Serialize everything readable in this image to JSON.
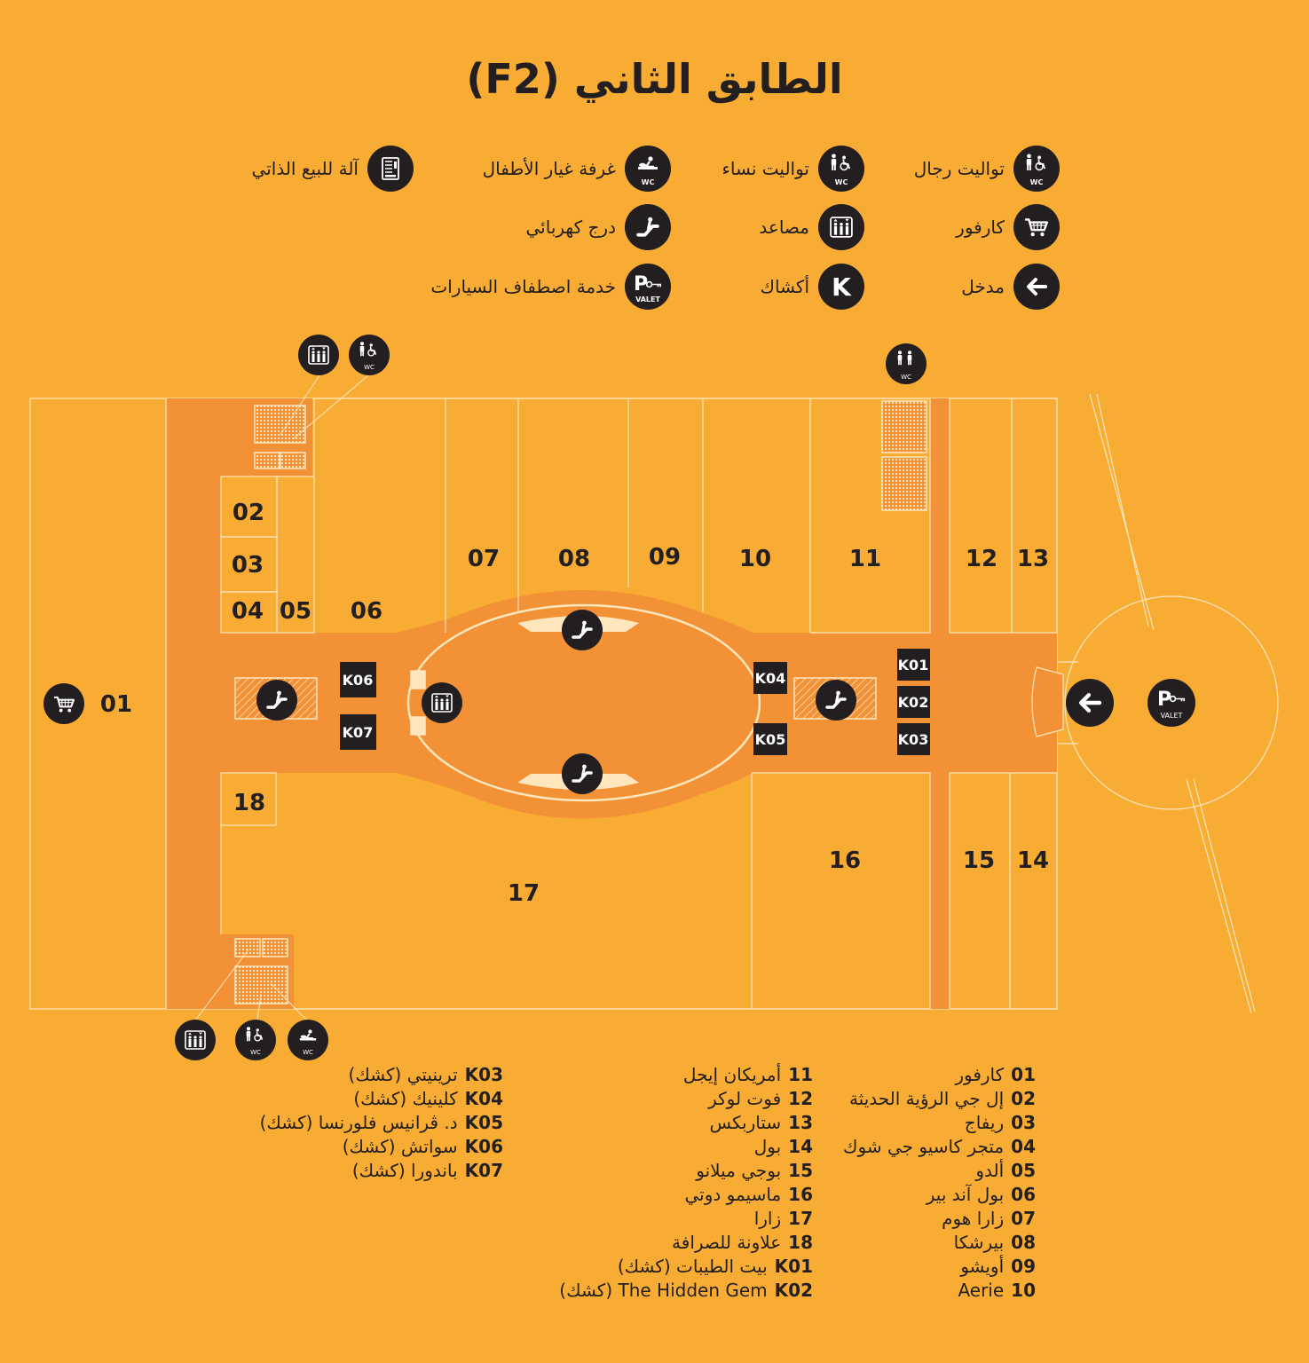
{
  "title": "الطابق الثاني (F2)",
  "legend": {
    "men_wc": {
      "label": "تواليت رجال",
      "icon": "men-wc-icon"
    },
    "women_wc": {
      "label": "تواليت نساء",
      "icon": "women-wc-icon"
    },
    "baby_change": {
      "label": "غرفة غيار الأطفال",
      "icon": "baby-change-icon"
    },
    "vending": {
      "label": "آلة للبيع الذاتي",
      "icon": "vending-machine-icon"
    },
    "carrefour": {
      "label": "كارفور",
      "icon": "cart-icon"
    },
    "elevators": {
      "label": "مصاعد",
      "icon": "elevator-icon"
    },
    "escalator": {
      "label": "درج كهربائي",
      "icon": "escalator-icon"
    },
    "entrance": {
      "label": "مدخل",
      "icon": "arrow-left-icon"
    },
    "kiosks": {
      "label": "أكشاك",
      "icon": "kiosk-icon",
      "glyph": "K"
    },
    "valet": {
      "label": "خدمة اصطفاف السيارات",
      "icon": "valet-icon",
      "glyph": "P",
      "sub": "VALET"
    }
  },
  "icon_text": {
    "wc": "WC",
    "valet": "VALET",
    "kiosk": "K",
    "parking": "P"
  },
  "map": {
    "units": {
      "u01": "01",
      "u02": "02",
      "u03": "03",
      "u04": "04",
      "u05": "05",
      "u06": "06",
      "u07": "07",
      "u08": "08",
      "u09": "09",
      "u10": "10",
      "u11": "11",
      "u12": "12",
      "u13": "13",
      "u14": "14",
      "u15": "15",
      "u16": "16",
      "u17": "17",
      "u18": "18"
    },
    "kiosks": {
      "k01": "K01",
      "k02": "K02",
      "k03": "K03",
      "k04": "K04",
      "k05": "K05",
      "k06": "K06",
      "k07": "K07"
    },
    "colors": {
      "background": "#F8AC33",
      "corridor": "#F29135",
      "dark": "#231F20",
      "line": "#FFE6BD"
    }
  },
  "directory": {
    "col1": [
      {
        "code": "01",
        "name": "كارفور"
      },
      {
        "code": "02",
        "name": "إل جي الرؤية الحديثة"
      },
      {
        "code": "03",
        "name": "ريفاج"
      },
      {
        "code": "04",
        "name": "متجر كاسيو جي شوك"
      },
      {
        "code": "05",
        "name": "ألدو"
      },
      {
        "code": "06",
        "name": "بول آند بير"
      },
      {
        "code": "07",
        "name": "زارا هوم"
      },
      {
        "code": "08",
        "name": "بيرشكا"
      },
      {
        "code": "09",
        "name": "أويشو"
      },
      {
        "code": "10",
        "name": "Aerie"
      }
    ],
    "col2": [
      {
        "code": "11",
        "name": "أمريكان إيجل"
      },
      {
        "code": "12",
        "name": "فوت لوكر"
      },
      {
        "code": "13",
        "name": "ستاربكس"
      },
      {
        "code": "14",
        "name": "بول"
      },
      {
        "code": "15",
        "name": "بوجي ميلانو"
      },
      {
        "code": "16",
        "name": "ماسيمو دوتي"
      },
      {
        "code": "17",
        "name": "زارا"
      },
      {
        "code": "18",
        "name": "علاونة للصرافة"
      },
      {
        "code": "K01",
        "name": "بيت الطيبات (كشك)"
      },
      {
        "code": "K02",
        "name": "The Hidden Gem (كشك)"
      }
    ],
    "col3": [
      {
        "code": "K03",
        "name": "ترينيتي (كشك)"
      },
      {
        "code": "K04",
        "name": "كلينيك (كشك)"
      },
      {
        "code": "K05",
        "name": "د. ڤرانيس فلورنسا (كشك)"
      },
      {
        "code": "K06",
        "name": "سواتش (كشك)"
      },
      {
        "code": "K07",
        "name": "باندورا (كشك)"
      }
    ]
  }
}
